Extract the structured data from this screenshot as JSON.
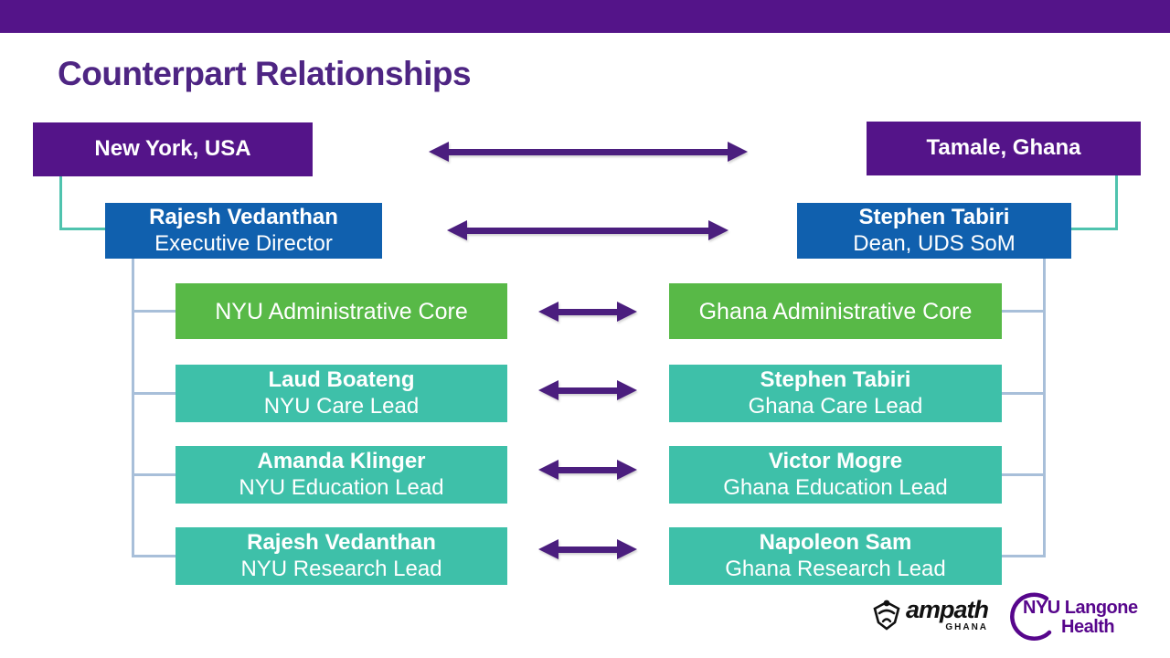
{
  "title": "Counterpart Relationships",
  "regions": {
    "left": {
      "label": "New York, USA"
    },
    "right": {
      "label": "Tamale, Ghana"
    }
  },
  "directors": {
    "left": {
      "name": "Rajesh Vedanthan",
      "role": "Executive Director"
    },
    "right": {
      "name": "Stephen Tabiri",
      "role": "Dean, UDS SoM"
    }
  },
  "cores": {
    "left": {
      "label": "NYU Administrative Core"
    },
    "right": {
      "label": "Ghana Administrative Core"
    }
  },
  "leads": [
    {
      "left": {
        "name": "Laud Boateng",
        "role": "NYU Care Lead"
      },
      "right": {
        "name": "Stephen Tabiri",
        "role": "Ghana Care Lead"
      }
    },
    {
      "left": {
        "name": "Amanda Klinger",
        "role": "NYU Education Lead"
      },
      "right": {
        "name": "Victor Mogre",
        "role": "Ghana Education Lead"
      }
    },
    {
      "left": {
        "name": "Rajesh Vedanthan",
        "role": "NYU Research Lead"
      },
      "right": {
        "name": "Napoleon Sam",
        "role": "Ghana Research Lead"
      }
    }
  ],
  "logos": {
    "ampath": {
      "name": "ampath",
      "region": "GHANA"
    },
    "nyu": {
      "line1": "NYU Langone",
      "line2": "Health"
    }
  },
  "colors": {
    "accent_purple": "#541489",
    "title_purple": "#4E2583",
    "arrow_purple": "#4B1E7E",
    "director_blue": "#1060AE",
    "core_green": "#58B947",
    "lead_teal": "#3EC0A9",
    "connector_teal": "#4FC3AE",
    "connector_blue": "#A8BFD9",
    "nyu_logo_purple": "#57068C"
  }
}
